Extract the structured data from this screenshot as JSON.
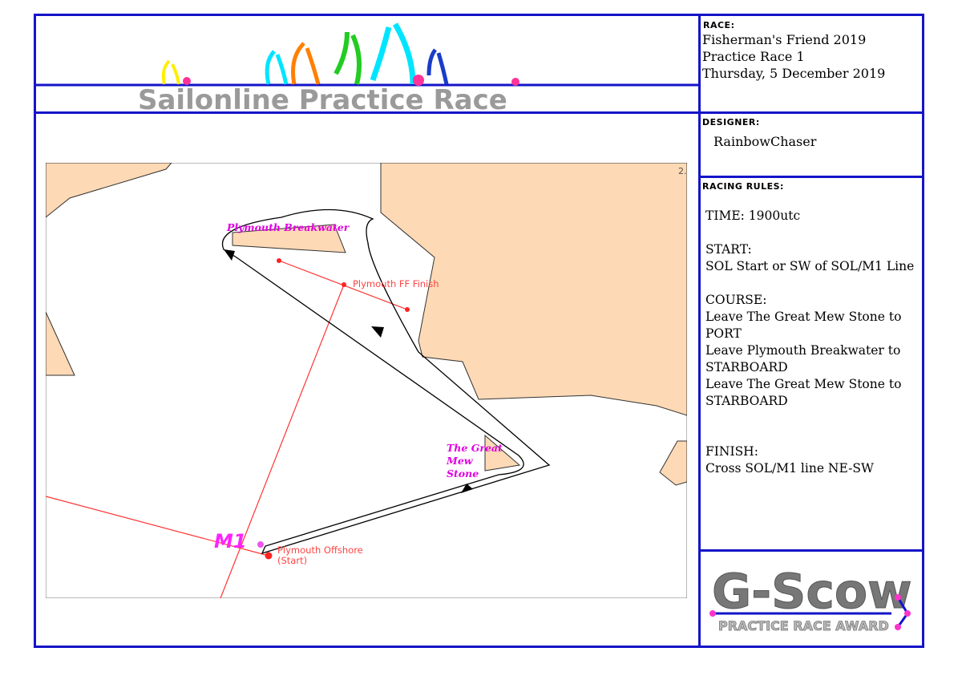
{
  "banner": {
    "title": "Sailonline Practice Race",
    "sail_colors": [
      "#ffee00",
      "#00e5ff",
      "#ff8000",
      "#22cc22",
      "#00e5ff",
      "#1a3cc8"
    ],
    "mark_color": "#ff3399",
    "line_color": "#1414c8"
  },
  "race": {
    "label": "RACE:",
    "lines": [
      "Fisherman's Friend 2019",
      "Practice Race 1",
      "Thursday, 5 December 2019"
    ]
  },
  "designer": {
    "label": "DESIGNER:",
    "name": "RainbowChaser"
  },
  "racing_rules": {
    "label": "RACING RULES:",
    "time": "TIME: 1900utc",
    "start_heading": "START:",
    "start_text": "SOL Start or SW of SOL/M1 Line",
    "course_heading": "COURSE:",
    "course_lines": [
      "Leave The Great Mew Stone to",
      "PORT",
      "Leave Plymouth Breakwater to",
      "STARBOARD",
      "Leave The Great Mew Stone to",
      "STARBOARD"
    ],
    "finish_heading": "FINISH:",
    "finish_text": "Cross SOL/M1 line NE-SW"
  },
  "map": {
    "corner_label": "2.",
    "breakwater_label": "Plymouth Breakwater",
    "mew_stone_label": [
      "The Great",
      "Mew",
      "Stone"
    ],
    "m1_label": "M1",
    "finish_label": "Plymouth FF Finish",
    "start_label": [
      "Plymouth Offshore",
      "(Start)"
    ],
    "land_color": "#fdd9b5",
    "mark_label_color": "#e000e0",
    "line_color": "#ff3333"
  },
  "award": {
    "logo_text": "G-Scow",
    "subtitle": "PRACTICE RACE AWARD"
  },
  "colors": {
    "frame": "#1414c8",
    "land": "#fdd9b5",
    "course": "#000000",
    "pink": "#ff33cc"
  }
}
